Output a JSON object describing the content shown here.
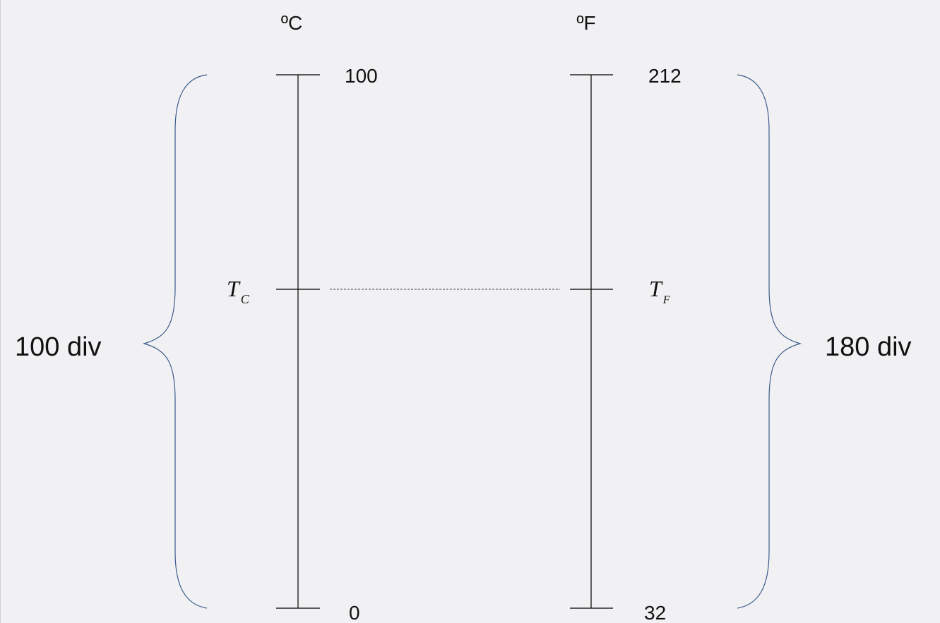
{
  "celsius_scale": {
    "unit": "ºC",
    "top_value": "100",
    "bottom_value": "0",
    "marker_symbol": "T",
    "marker_subscript": "C",
    "span_label": "100 div"
  },
  "fahrenheit_scale": {
    "unit": "ºF",
    "top_value": "212",
    "bottom_value": "32",
    "marker_symbol": "T",
    "marker_subscript": "F",
    "span_label": "180 div"
  },
  "colors": {
    "scale_line": "#000000",
    "brace": "#3a5a8c",
    "dashed_link": "#444444",
    "text": "#111111"
  }
}
